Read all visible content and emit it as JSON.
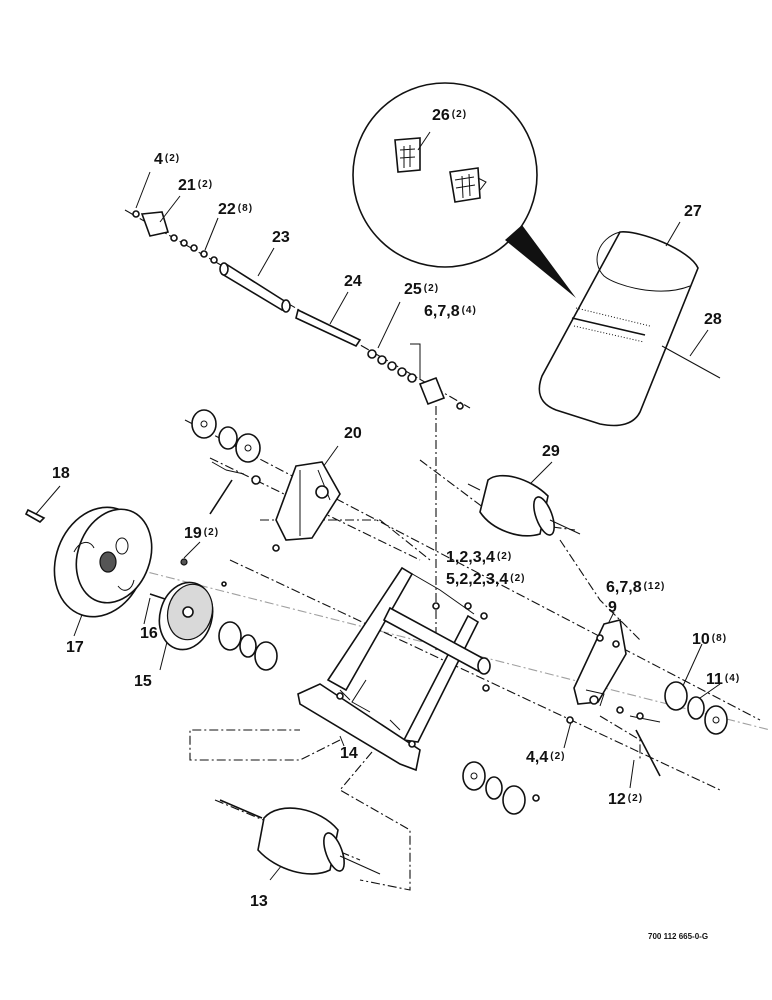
{
  "labels": [
    {
      "id": "l4",
      "num": "4",
      "qty": "(2)"
    },
    {
      "id": "l21",
      "num": "21",
      "qty": "(2)"
    },
    {
      "id": "l22",
      "num": "22",
      "qty": "(8)"
    },
    {
      "id": "l23",
      "num": "23",
      "qty": ""
    },
    {
      "id": "l24",
      "num": "24",
      "qty": ""
    },
    {
      "id": "l25",
      "num": "25",
      "qty": "(2)"
    },
    {
      "id": "l678a",
      "num": "6,7,8",
      "qty": "(4)"
    },
    {
      "id": "l26",
      "num": "26",
      "qty": "(2)"
    },
    {
      "id": "l27",
      "num": "27",
      "qty": ""
    },
    {
      "id": "l28",
      "num": "28",
      "qty": ""
    },
    {
      "id": "l20",
      "num": "20",
      "qty": ""
    },
    {
      "id": "l29",
      "num": "29",
      "qty": ""
    },
    {
      "id": "l18",
      "num": "18",
      "qty": ""
    },
    {
      "id": "l19",
      "num": "19",
      "qty": "(2)"
    },
    {
      "id": "l1234",
      "num": "1,2,3,4",
      "qty": "(2)"
    },
    {
      "id": "l52234",
      "num": "5,2,2,3,4",
      "qty": "(2)"
    },
    {
      "id": "l678b",
      "num": "6,7,8",
      "qty": "(12)"
    },
    {
      "id": "l9",
      "num": "9",
      "qty": ""
    },
    {
      "id": "l10",
      "num": "10",
      "qty": "(8)"
    },
    {
      "id": "l11",
      "num": "11",
      "qty": "(4)"
    },
    {
      "id": "l16",
      "num": "16",
      "qty": ""
    },
    {
      "id": "l17",
      "num": "17",
      "qty": ""
    },
    {
      "id": "l15",
      "num": "15",
      "qty": ""
    },
    {
      "id": "l14",
      "num": "14",
      "qty": ""
    },
    {
      "id": "l44",
      "num": "4,4",
      "qty": "(2)"
    },
    {
      "id": "l12",
      "num": "12",
      "qty": "(2)"
    },
    {
      "id": "l13",
      "num": "13",
      "qty": ""
    }
  ],
  "drawing_code": "700 112 665-0-G"
}
